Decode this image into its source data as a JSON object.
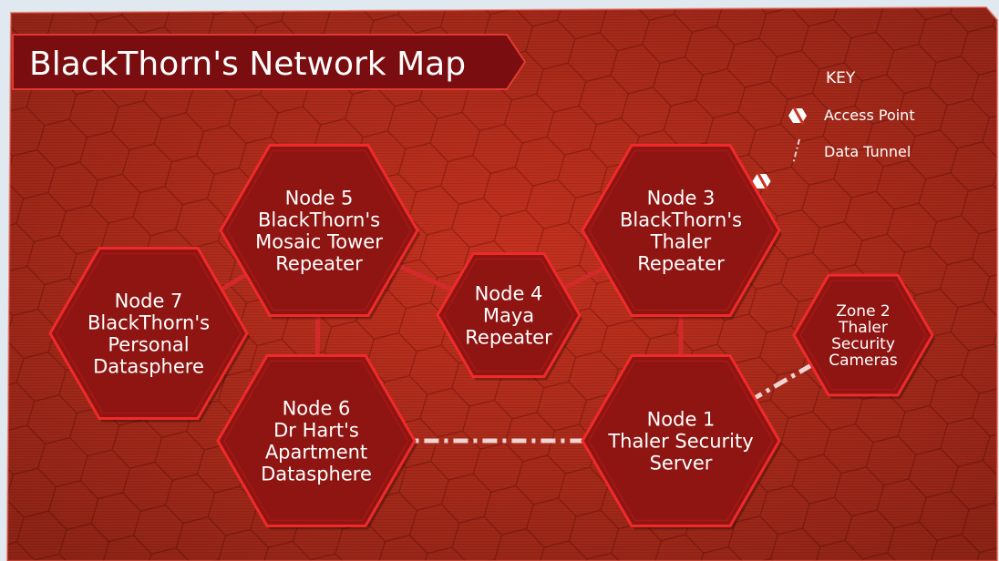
{
  "title": "BlackThorn's Network Map",
  "key": {
    "heading": "KEY",
    "items": [
      {
        "icon": "access-point-icon",
        "label": "Access Point"
      },
      {
        "icon": "data-tunnel-icon",
        "label": "Data Tunnel"
      }
    ]
  },
  "nodes": [
    {
      "id": "node5",
      "lines": [
        "Node 5",
        "BlackThorn's",
        "Mosaic Tower",
        "Repeater"
      ]
    },
    {
      "id": "node3",
      "lines": [
        "Node 3",
        "BlackThorn's",
        "Thaler",
        "Repeater"
      ]
    },
    {
      "id": "node7",
      "lines": [
        "Node 7",
        "BlackThorn's",
        "Personal",
        "Datasphere"
      ]
    },
    {
      "id": "node4",
      "lines": [
        "Node 4",
        "Maya",
        "Repeater"
      ]
    },
    {
      "id": "zone2",
      "lines": [
        "Zone 2",
        "Thaler",
        "Security",
        "Cameras"
      ]
    },
    {
      "id": "node6",
      "lines": [
        "Node 6",
        "Dr Hart's",
        "Apartment",
        "Datasphere"
      ]
    },
    {
      "id": "node1",
      "lines": [
        "Node 1",
        "Thaler Security",
        "Server"
      ]
    }
  ],
  "links": [
    {
      "from": "node5",
      "to": "node7",
      "kind": "connection"
    },
    {
      "from": "node5",
      "to": "node6",
      "kind": "connection"
    },
    {
      "from": "node5",
      "to": "node4",
      "kind": "connection"
    },
    {
      "from": "node4",
      "to": "node3",
      "kind": "connection"
    },
    {
      "from": "node3",
      "to": "node1",
      "kind": "connection"
    },
    {
      "from": "node6",
      "to": "node1",
      "kind": "data-tunnel"
    },
    {
      "from": "node1",
      "to": "zone2",
      "kind": "data-tunnel"
    }
  ],
  "access_points": [
    {
      "near": "node3",
      "icon": "access-point-icon"
    }
  ],
  "colors": {
    "panel": "#c8321f",
    "panel_dark": "#a82414",
    "node_fill": "#8e1512",
    "node_stroke": "#f02a2a",
    "text": "#ffffff",
    "link": "#d22a2a",
    "tunnel": "#f0d4d4",
    "title_bg": "#7a0d0f",
    "page_bg": "#dfe9ef"
  }
}
